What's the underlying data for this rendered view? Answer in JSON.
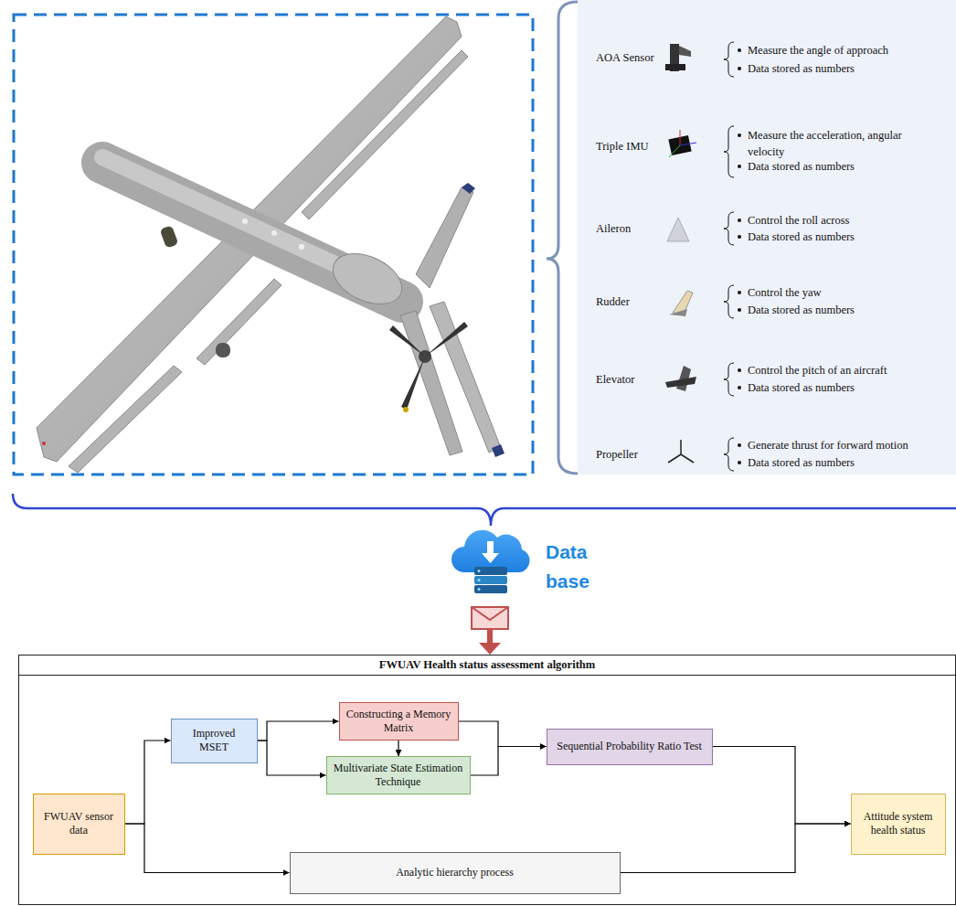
{
  "diagram": {
    "nodes": [
      {
        "text": [
          "AOA Sensor",
          "Measure the angle of approach",
          "Data stored as numbers",
          "Triple IMU",
          "Measure the acceleration, angular velocity",
          "Data stored as numbers",
          "Aileron",
          "Control the roll across",
          "Data stored as numbers",
          "Rudder",
          "Control the yaw",
          "Data stored as numbers",
          "Elevator",
          "Control the pitch of an aircraft",
          "Data stored as numbers",
          "Propeller",
          "Generate thrust for forward motion",
          "Data stored as numbers"
        ]
      },
      {
        "text": [
          "FWUAV Health status assessment algorithm"
        ]
      },
      {
        "text": [
          "FWUAV sensor data"
        ],
        "in": 1
      },
      {
        "text": [
          "Improved MSET"
        ],
        "in": 1
      },
      {
        "text": [
          "Constructing a Memory Matrix"
        ],
        "in": 1
      },
      {
        "text": [
          "Multivariate State Estimation Technique"
        ],
        "in": 1
      },
      {
        "text": [
          "Sequential Probability Ratio Test"
        ],
        "in": 1
      },
      {
        "text": [
          "Analytic hierarchy process"
        ],
        "in": 1
      },
      {
        "text": [
          "Attitude system health status"
        ],
        "in": 1
      }
    ],
    "edges": [
      {
        "from": 2,
        "to": 3,
        "arrow": "to"
      },
      {
        "from": 2,
        "to": 7,
        "arrow": "to"
      },
      {
        "from": 3,
        "to": 4,
        "arrow": "to"
      },
      {
        "from": 3,
        "to": 5,
        "arrow": "to"
      },
      {
        "from": 4,
        "to": 5,
        "arrow": "to"
      },
      {
        "from": 4,
        "to": 6,
        "arrow": "to"
      },
      {
        "from": 5,
        "to": 6,
        "arrow": "to"
      },
      {
        "from": 6,
        "to": 8,
        "arrow": "to"
      },
      {
        "from": 7,
        "to": 8,
        "arrow": "to"
      }
    ],
    "labels": [
      "Data base"
    ]
  }
}
